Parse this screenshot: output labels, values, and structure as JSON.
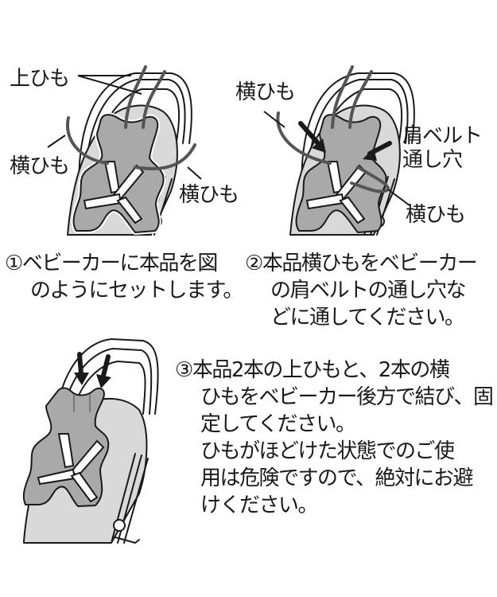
{
  "colors": {
    "background": "#ffffff",
    "outline": "#1a1a1a",
    "seat_fill": "#d9d9d9",
    "pad_fill": "#a9a9a9",
    "string": "#555555",
    "strap_fill": "#ffffff"
  },
  "panel1": {
    "labels": {
      "top_strings": "上ひも",
      "side_string_left": "横ひも",
      "side_string_right": "横ひも"
    },
    "caption": {
      "number": "①",
      "lines": [
        "ベビーカーに本品を図",
        "のようにセットします。"
      ]
    }
  },
  "panel2": {
    "labels": {
      "side_string_top": "横ひも",
      "shoulder_hole_line1": "肩ベルト",
      "shoulder_hole_line2": "通し穴",
      "side_string_bottom": "横ひも"
    },
    "caption": {
      "number": "②",
      "lines": [
        "本品横ひもをベビーカー",
        "の肩ベルトの通し穴な",
        "どに通してください。"
      ]
    }
  },
  "panel3": {
    "caption": {
      "number": "③",
      "lines": [
        "本品2本の上ひもと、2本の横",
        "ひもをベビーカー後方で結び、固",
        "定してください。",
        "ひもがほどけた状態でのご使",
        "用は危険ですので、絶対にお避",
        "けください。"
      ]
    }
  }
}
